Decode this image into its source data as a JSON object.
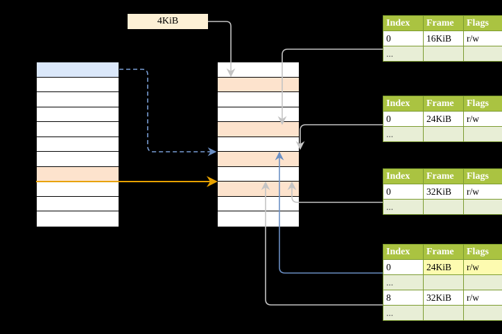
{
  "diagram": {
    "title": "multi-level page table address translation",
    "size_label": {
      "text": "4KiB"
    },
    "colors": {
      "header_green": "#aac341",
      "row_alt_green": "#e8eed6",
      "highlight_yellow": "#fdfbb0",
      "row_orange": "#fde3cd",
      "row_blue": "#dbe8fa",
      "size_box_cream": "#fdf0d5",
      "arrow_blue": "#6b8fc4",
      "arrow_orange": "#e8a200",
      "arrow_gray": "#c8c8c8"
    },
    "left_column": {
      "name": "virtual-memory-column",
      "row_count": 11,
      "rows": [
        {
          "index": 0,
          "fill": "blue",
          "label": ""
        },
        {
          "index": 1,
          "fill": "white",
          "label": ""
        },
        {
          "index": 2,
          "fill": "white",
          "label": ""
        },
        {
          "index": 3,
          "fill": "white",
          "label": ""
        },
        {
          "index": 4,
          "fill": "white",
          "label": ""
        },
        {
          "index": 5,
          "fill": "white",
          "label": ""
        },
        {
          "index": 6,
          "fill": "white",
          "label": ""
        },
        {
          "index": 7,
          "fill": "orange",
          "label": ""
        },
        {
          "index": 8,
          "fill": "white",
          "label": ""
        },
        {
          "index": 9,
          "fill": "white",
          "label": ""
        },
        {
          "index": 10,
          "fill": "white",
          "label": ""
        }
      ]
    },
    "middle_column": {
      "name": "physical-memory-column",
      "row_count": 11,
      "rows": [
        {
          "index": 0,
          "fill": "white",
          "label": ""
        },
        {
          "index": 1,
          "fill": "orange",
          "label": ""
        },
        {
          "index": 2,
          "fill": "white",
          "label": ""
        },
        {
          "index": 3,
          "fill": "white",
          "label": ""
        },
        {
          "index": 4,
          "fill": "orange",
          "label": ""
        },
        {
          "index": 5,
          "fill": "white",
          "label": ""
        },
        {
          "index": 6,
          "fill": "orange",
          "label": ""
        },
        {
          "index": 7,
          "fill": "white",
          "label": ""
        },
        {
          "index": 8,
          "fill": "orange",
          "label": ""
        },
        {
          "index": 9,
          "fill": "white",
          "label": ""
        },
        {
          "index": 10,
          "fill": "white",
          "label": ""
        }
      ]
    },
    "tables": [
      {
        "name": "page-table-1",
        "headers": [
          "Index",
          "Frame",
          "Flags"
        ],
        "rows": [
          {
            "cells": [
              "0",
              "16KiB",
              "r/w"
            ],
            "style": "plain"
          },
          {
            "cells": [
              "...",
              "",
              ""
            ],
            "style": "alt"
          }
        ]
      },
      {
        "name": "page-table-2",
        "headers": [
          "Index",
          "Frame",
          "Flags"
        ],
        "rows": [
          {
            "cells": [
              "0",
              "24KiB",
              "r/w"
            ],
            "style": "plain"
          },
          {
            "cells": [
              "...",
              "",
              ""
            ],
            "style": "alt"
          }
        ]
      },
      {
        "name": "page-table-3",
        "headers": [
          "Index",
          "Frame",
          "Flags"
        ],
        "rows": [
          {
            "cells": [
              "0",
              "32KiB",
              "r/w"
            ],
            "style": "plain"
          },
          {
            "cells": [
              "...",
              "",
              ""
            ],
            "style": "alt"
          }
        ]
      },
      {
        "name": "page-table-4",
        "headers": [
          "Index",
          "Frame",
          "Flags"
        ],
        "rows": [
          {
            "cells": [
              "0",
              "24KiB",
              "r/w"
            ],
            "style": "plain",
            "highlight": [
              false,
              true,
              true
            ]
          },
          {
            "cells": [
              "...",
              "",
              ""
            ],
            "style": "alt"
          },
          {
            "cells": [
              "8",
              "32KiB",
              "r/w"
            ],
            "style": "plain"
          },
          {
            "cells": [
              "...",
              "",
              ""
            ],
            "style": "alt"
          }
        ]
      }
    ]
  }
}
